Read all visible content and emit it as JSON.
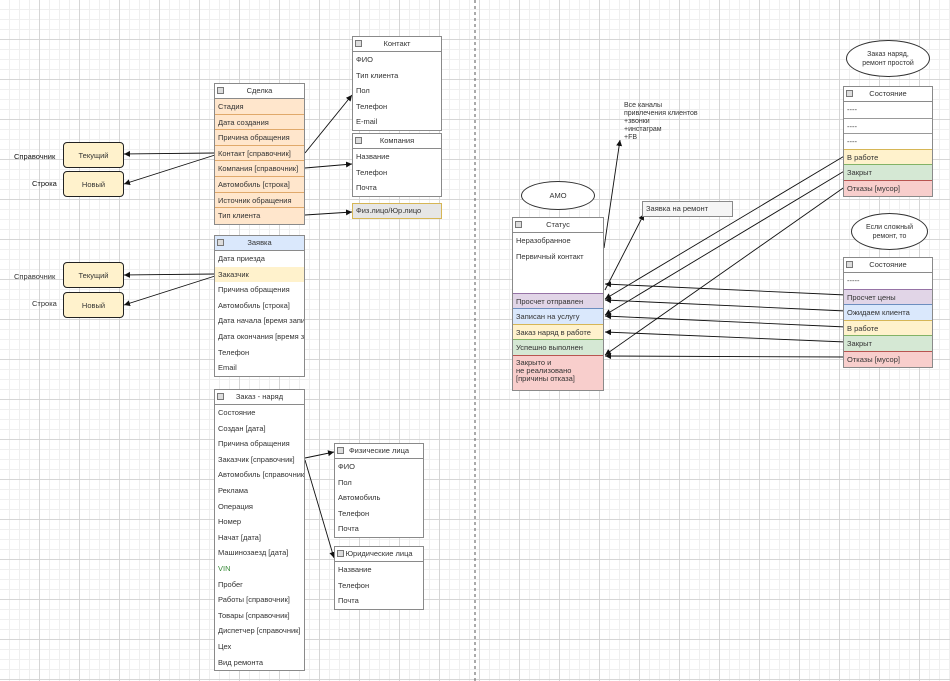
{
  "left": {
    "sprav_label_1": "Справочник",
    "stroka_label_1": "Строка",
    "box_current_1": "Текущий",
    "box_new_1": "Новый",
    "sprav_label_2": "Справочник",
    "stroka_label_2": "Строка",
    "box_current_2": "Текущий",
    "box_new_2": "Новый"
  },
  "deal": {
    "title": "Сделка",
    "rows": [
      "Стадия",
      "Дата создания",
      "Причина обращения",
      "Контакт [справочник]",
      "Компания [справочник]",
      "Автомобиль [строка]",
      "Источник обращения",
      "Тип клиента"
    ]
  },
  "contact": {
    "title": "Контакт",
    "rows": [
      "ФИО",
      "Тип клиента",
      "Пол",
      "Телефон",
      "E-mail"
    ]
  },
  "company": {
    "title": "Компания",
    "rows": [
      "Название",
      "Телефон",
      "Почта"
    ]
  },
  "fiz_yur": "Физ.лицо/Юр.лицо",
  "request": {
    "title": "Заявка",
    "rows": [
      "Дата приезда",
      "Заказчик",
      "Причина обращения",
      "Автомобиль [строка]",
      "Дата начала [время записи]",
      "Дата окончания [время записи]",
      "Телефон",
      "Email"
    ]
  },
  "order": {
    "title": "Заказ - наряд",
    "rows": [
      "Состояние",
      "Создан [дата]",
      "Причина обращения",
      "Заказчик [справочник]",
      "Автомобиль [справочник]",
      "Реклама",
      "Операция",
      "Номер",
      "Начат [дата]",
      "Машинозаезд [дата]",
      "VIN",
      "Пробег",
      "Работы [справочник]",
      "Товары [справочник]",
      "Диспетчер [справочник]",
      "Цех",
      "Вид ремонта"
    ]
  },
  "phys": {
    "title": "Физические лица",
    "rows": [
      "ФИО",
      "Пол",
      "Автомобиль",
      "Телефон",
      "Почта"
    ]
  },
  "legal": {
    "title": "Юридические лица",
    "rows": [
      "Название",
      "Телефон",
      "Почта"
    ]
  },
  "right": {
    "channels_note": "Все каналы\nпривлечения клиентов\n+звонки\n+инстаграм\n+FB",
    "amo": "АМО",
    "repair_request": "Заявка на ремонт",
    "ellipse_simple": "Заказ наряд,\nремонт простой",
    "ellipse_complex": "Если сложный\nремонт, то"
  },
  "status": {
    "title": "Статус",
    "rows": [
      "Неразобранное",
      "Первичный контакт",
      "Просчет отправлен",
      "Записан на услугу",
      "Заказ наряд в работе",
      "Успешно выполнен",
      "Закрыто и\nне реализовано\n[причины отказа]"
    ]
  },
  "state1": {
    "title": "Состояние",
    "rows": [
      "----",
      "----",
      "----",
      "В работе",
      "Закрыт",
      "Отказы [мусор]"
    ]
  },
  "state2": {
    "title": "Состояние",
    "rows": [
      "-----",
      "Просчет цены",
      "Ожидаем клиента",
      "В работе",
      "Закрыт",
      "Отказы [мусор]"
    ]
  }
}
